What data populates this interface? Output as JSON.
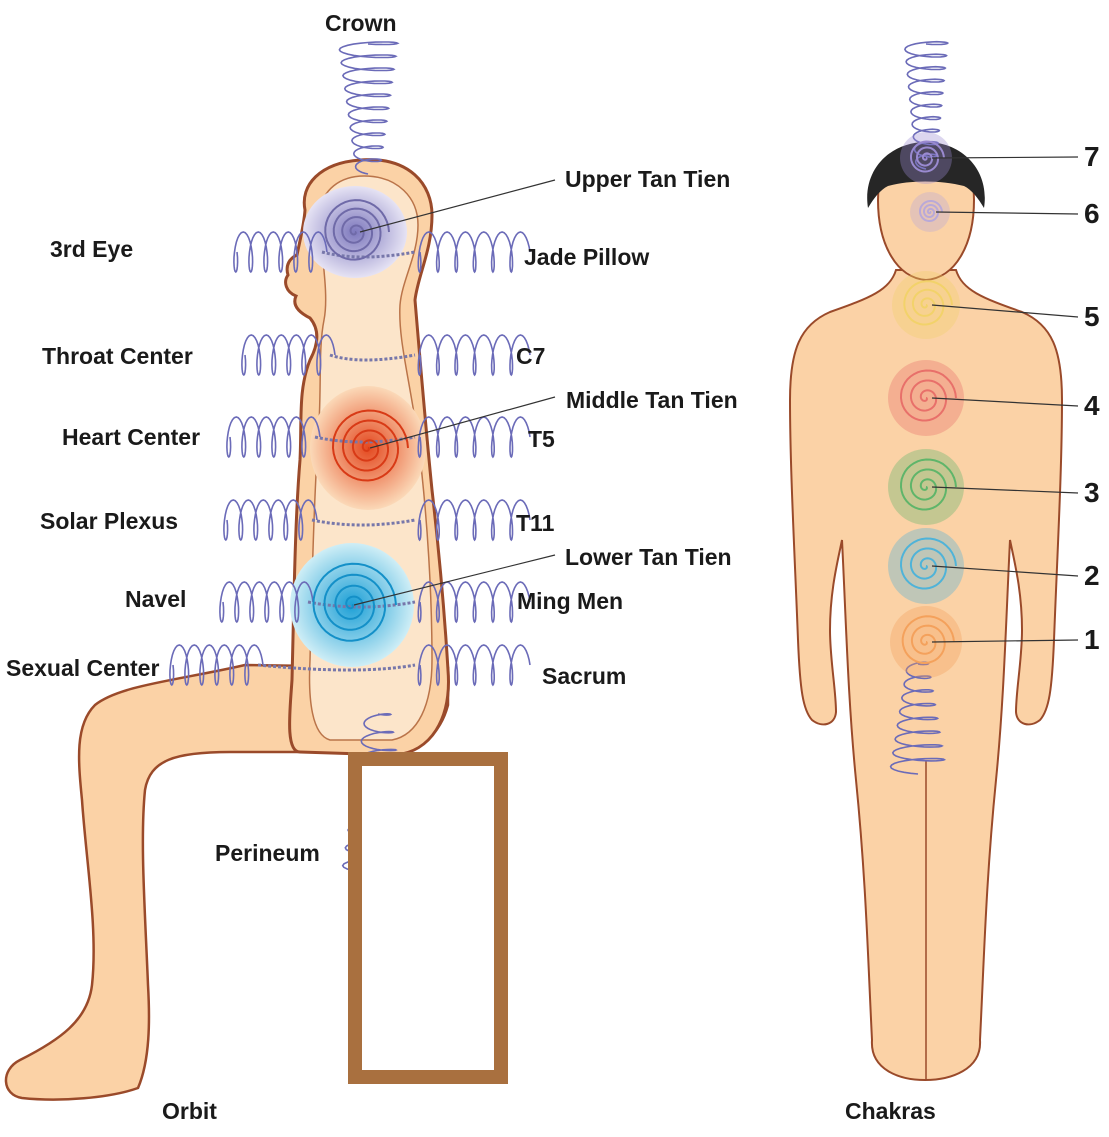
{
  "orbit": {
    "title": "Orbit",
    "labels": {
      "crown": "Crown",
      "upper_tan_tien": "Upper Tan Tien",
      "third_eye": "3rd Eye",
      "jade_pillow": "Jade Pillow",
      "throat_center": "Throat Center",
      "c7": "C7",
      "middle_tan_tien": "Middle Tan Tien",
      "heart_center": "Heart Center",
      "t5": "T5",
      "solar_plexus": "Solar Plexus",
      "t11": "T11",
      "lower_tan_tien": "Lower Tan Tien",
      "navel": "Navel",
      "ming_men": "Ming Men",
      "sexual_center": "Sexual Center",
      "sacrum": "Sacrum",
      "perineum": "Perineum"
    }
  },
  "chakras": {
    "title": "Chakras",
    "numbers": [
      "1",
      "2",
      "3",
      "4",
      "5",
      "6",
      "7"
    ],
    "colors": {
      "1": "#f4a15c",
      "2": "#4fb3d8",
      "3": "#5fb56a",
      "4": "#e8706a",
      "5": "#f2d26a",
      "6": "#b9a9d8",
      "7": "#9a8ad0"
    }
  },
  "colors": {
    "skin": "#fbd2a6",
    "outline": "#9a4a2a",
    "spiral": "#6b6bb8",
    "stool": "#a9703f",
    "upper_dantian": "#8f8bc4",
    "middle_dantian": "#ef6a35",
    "lower_dantian": "#2aa8d8"
  }
}
